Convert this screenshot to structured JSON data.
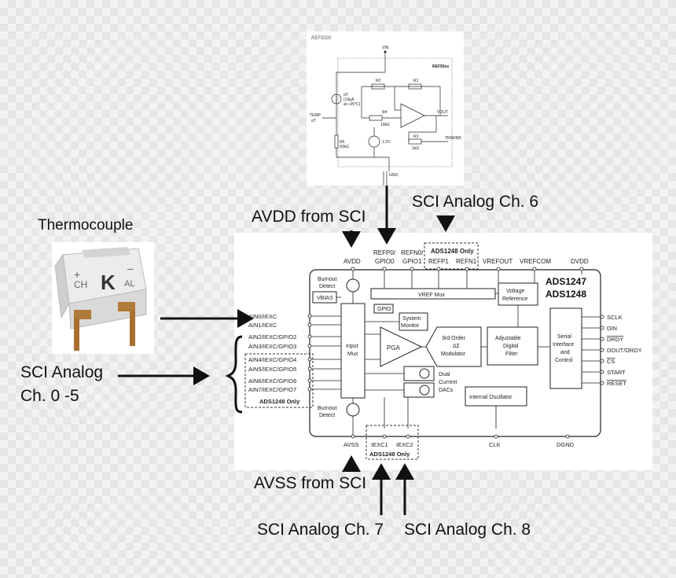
{
  "labels": {
    "thermocouple": "Thermocouple",
    "avdd_from_sci": "AVDD from SCI",
    "sci_ch6": "SCI Analog Ch. 6",
    "sci_ch0_line1": "SCI Analog",
    "sci_ch0_line2": "Ch. 0 -5",
    "avss_from_sci": "AVSS from SCI",
    "sci_ch7": "SCI Analog Ch. 7",
    "sci_ch8": "SCI Analog Ch. 8"
  },
  "thermocouple_photo": {
    "marking_k": "K",
    "marking_ch": "CH",
    "marking_al": "AL",
    "plus": "+",
    "minus": "–"
  },
  "ref5020": {
    "title": "REF5020",
    "vin": "VIN",
    "block": "REF50xx",
    "temp": "TEMP",
    "alpha_t": "αT",
    "alpha_t_note1": "αT",
    "alpha_t_note2": "(10μA",
    "alpha_t_note3": "at +25°C)",
    "r1": "R1",
    "r2": "R2",
    "r3": "R3",
    "r3_val": "1kΩ",
    "r4": "R4",
    "r4_val": "10kΩ",
    "r5": "R5",
    "r5_val": "60kΩ",
    "v12": "1.2V",
    "vout": "VOUT",
    "trim": "TRIM/NR",
    "gnd": "GND"
  },
  "adc": {
    "part1": "ADS1247",
    "part2": "ADS1248",
    "pins_top": {
      "avdd": "AVDD",
      "refp0_a": "REFP0/",
      "refp0_b": "GPIO0",
      "refn0_a": "REFN0/",
      "refn0_b": "GPIO1",
      "only_note": "ADS1248 Only",
      "refp1": "REFP1",
      "refn1": "REFN1",
      "vrefout": "VREFOUT",
      "vrefcom": "VREFCOM",
      "dvdd": "DVDD"
    },
    "pins_left": [
      "AIN0/IEXC",
      "AIN1/IEXC",
      "AIN2/IEXC/GPIO2",
      "AIN3/IEXC/GPIO3",
      "AIN4/IEXC/GPIO4",
      "AIN5/IEXC/GPIO5",
      "AIN6/IEXC/GPIO6",
      "AIN7/IEXC/GPIO7"
    ],
    "left_only_note": "ADS1248 Only",
    "pins_right": [
      "SCLK",
      "DIN",
      "DRDY",
      "DOUT/DRDY",
      "CS",
      "START",
      "RESET"
    ],
    "pins_bottom": {
      "avss": "AVSS",
      "iexc1": "IEXC1",
      "iexc2": "IEXC2",
      "only_note": "ADS1248 Only",
      "clk": "CLK",
      "dgnd": "DGND"
    },
    "blocks": {
      "burnout_top_1": "Burnout",
      "burnout_top_2": "Detect",
      "vbias": "VBIAS",
      "gpio": "GPIO",
      "sysmon_1": "System",
      "sysmon_2": "Monitor",
      "vref_mux": "VREF Mux",
      "vref_1": "Voltage",
      "vref_2": "Reference",
      "input_mux_1": "Input",
      "input_mux_2": "Mux",
      "pga": "PGA",
      "mod_1": "3rd Order",
      "mod_2": "ΔΣ",
      "mod_3": "Modulator",
      "filter_1": "Adjustable",
      "filter_2": "Digital",
      "filter_3": "Filter",
      "serial_1": "Serial",
      "serial_2": "Interface",
      "serial_3": "and",
      "serial_4": "Control",
      "dac_1": "Dual",
      "dac_2": "Current",
      "dac_3": "DACs",
      "osc": "Internal Oscillator",
      "burnout_bot_1": "Burnout",
      "burnout_bot_2": "Detect"
    }
  }
}
